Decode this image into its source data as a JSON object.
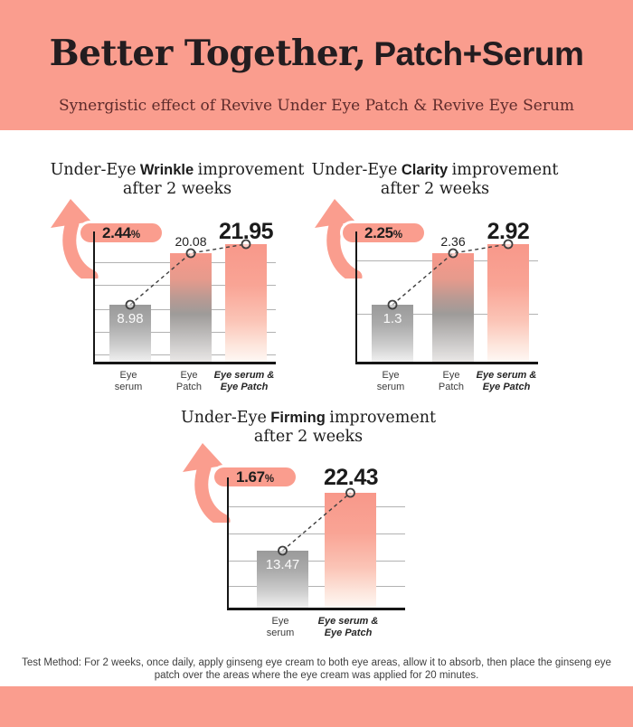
{
  "header": {
    "title_serif": "Better Together,",
    "title_sans": "Patch+Serum",
    "subtitle": "Synergistic effect of Revive Under Eye Patch & Revive Eye Serum"
  },
  "colors": {
    "accent_salmon": "#FA9D8E",
    "bar_salmon_top": "#F8988A",
    "bar_gray_top": "#9A9A9A",
    "subtitle_text": "#5E2B2B",
    "gridline": "#B2B2B2",
    "axis": "#161616"
  },
  "chart_data": [
    {
      "type": "bar",
      "title": "Under-Eye Wrinkle improvement after 2 weeks",
      "title_prefix": "Under-Eye",
      "title_keyword": "Wrinkle",
      "title_suffix": "improvement",
      "title_line2": "after 2 weeks",
      "badge_value": "2.44",
      "badge_unit": "%",
      "categories": [
        "Eye serum",
        "Eye Patch",
        "Eye serum & Eye Patch"
      ],
      "category_labels": [
        [
          "Eye",
          "serum"
        ],
        [
          "Eye",
          "Patch"
        ],
        [
          "Eye serum &",
          "Eye Patch"
        ]
      ],
      "values": [
        8.98,
        20.08,
        21.95
      ],
      "value_labels": [
        "8.98",
        "20.08",
        "21.95"
      ],
      "ylim": [
        0,
        24
      ],
      "grid": true,
      "gridline_count": 5,
      "bar_styles": [
        "gray-gradient",
        "salmon-over-gray-gradient",
        "salmon-gradient"
      ],
      "connector": "dashed-line-with-circle-markers",
      "legend": "none"
    },
    {
      "type": "bar",
      "title": "Under-Eye Clarity improvement after 2 weeks",
      "title_prefix": "Under-Eye",
      "title_keyword": "Clarity",
      "title_suffix": "improvement",
      "title_line2": "after 2 weeks",
      "badge_value": "2.25",
      "badge_unit": "%",
      "categories": [
        "Eye serum",
        "Eye Patch",
        "Eye serum & Eye Patch"
      ],
      "category_labels": [
        [
          "Eye",
          "serum"
        ],
        [
          "Eye",
          "Patch"
        ],
        [
          "Eye serum &",
          "Eye Patch"
        ]
      ],
      "values": [
        1.3,
        2.36,
        2.92
      ],
      "value_labels": [
        "1.3",
        "2.36",
        "2.92"
      ],
      "ylim": [
        0,
        3.2
      ],
      "grid": true,
      "gridline_count": 2,
      "bar_styles": [
        "gray-gradient",
        "salmon-over-gray-gradient",
        "salmon-gradient"
      ],
      "connector": "dashed-line-with-circle-markers",
      "legend": "none"
    },
    {
      "type": "bar",
      "title": "Under-Eye Firming improvement after 2 weeks",
      "title_prefix": "Under-Eye",
      "title_keyword": "Firming",
      "title_suffix": "improvement",
      "title_line2": "after 2 weeks",
      "badge_value": "1.67",
      "badge_unit": "%",
      "categories": [
        "Eye serum",
        "Eye serum & Eye Patch"
      ],
      "category_labels": [
        [
          "Eye",
          "serum"
        ],
        [
          "Eye serum &",
          "Eye Patch"
        ]
      ],
      "values": [
        13.47,
        22.43
      ],
      "value_labels": [
        "13.47",
        "22.43"
      ],
      "ylim": [
        0,
        24
      ],
      "grid": true,
      "gridline_count": 4,
      "bar_styles": [
        "gray-gradient",
        "salmon-gradient"
      ],
      "connector": "dashed-line-with-circle-markers",
      "legend": "none"
    }
  ],
  "footer": {
    "test_method": "Test Method: For 2 weeks, once daily, apply ginseng eye cream to both eye areas, allow it to absorb, then place the ginseng eye patch over the areas where the eye cream was applied for 20 minutes."
  }
}
